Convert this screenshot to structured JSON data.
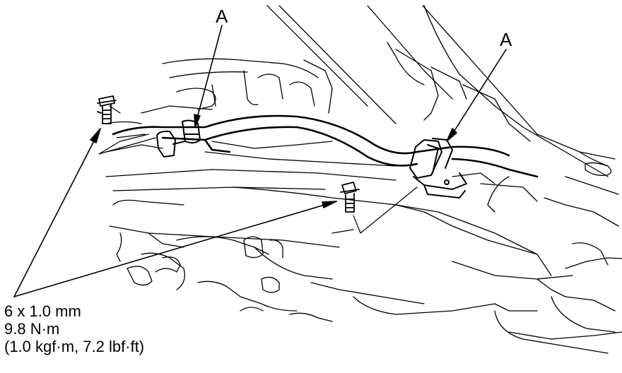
{
  "callouts": {
    "label_left": "A",
    "label_right": "A"
  },
  "torque_spec": {
    "bolt_size": "6 x 1.0 mm",
    "torque_nm": "9.8 N·m",
    "torque_alt": "(1.0 kgf·m, 7.2 lbf·ft)"
  },
  "colors": {
    "ink": "#000000",
    "background": "#ffffff"
  }
}
